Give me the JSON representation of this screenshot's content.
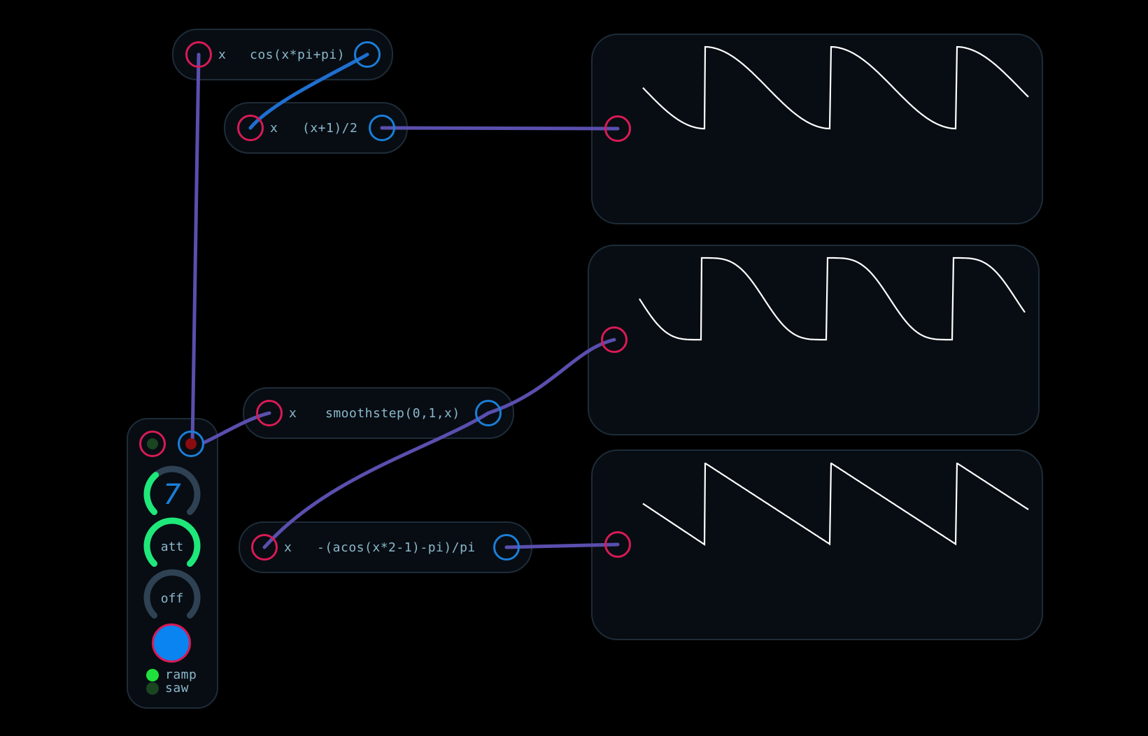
{
  "colors": {
    "background": "#000000",
    "node_fill": "#080d13",
    "node_border": "#1e2c38",
    "input_port": "#d81b55",
    "output_port": "#1a7fd8",
    "wire": "#5a4fae",
    "wire_blue": "#1f6fd0",
    "label": "#8ab8cc",
    "knob_active": "#1ee87a",
    "knob_track": "#2e4254",
    "trace": "#ffffff",
    "led_on": "#1fe03c",
    "led_off": "#1a4520",
    "button_fill": "#0a84f0"
  },
  "nodes": {
    "cos_node": {
      "input_label": "x",
      "expression": "cos(x*pi+pi)"
    },
    "scale_node": {
      "input_label": "x",
      "expression": "(x+1)/2"
    },
    "smoothstep_node": {
      "input_label": "x",
      "expression": "smoothstep(0,1,x)"
    },
    "acos_node": {
      "input_label": "x",
      "expression": "-(acos(x*2-1)-pi)/pi"
    }
  },
  "lfo": {
    "rate_knob_value": "7",
    "rate_knob_level": 0.35,
    "att_label": "att",
    "att_level": 1.0,
    "off_label": "off",
    "off_level": 0.0,
    "mode_options": [
      {
        "label": "ramp",
        "active": true
      },
      {
        "label": "saw",
        "active": false
      }
    ]
  },
  "scopes": [
    {
      "name": "top",
      "shape": "cosine-ramp"
    },
    {
      "name": "middle",
      "shape": "smoothstep-ramp"
    },
    {
      "name": "bottom",
      "shape": "linear-ramp"
    }
  ]
}
